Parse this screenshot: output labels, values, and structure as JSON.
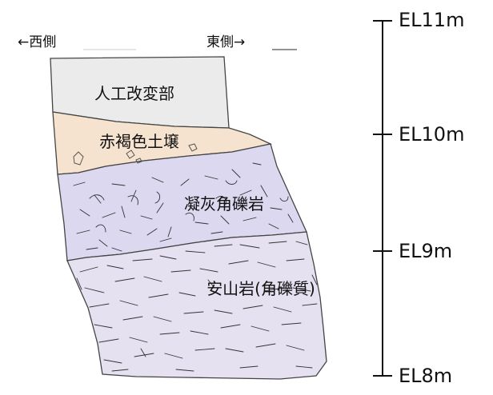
{
  "direction": {
    "west": "←西側",
    "east": "東側→"
  },
  "layers": [
    {
      "label": "人工改変部",
      "color": "#ebebeb"
    },
    {
      "label": "赤褐色土壌",
      "color": "#f6e3cf"
    },
    {
      "label": "凝灰角礫岩",
      "color": "#dcd8ef"
    },
    {
      "label": "安山岩(角礫質)",
      "color": "#e6e1f1"
    }
  ],
  "scale": {
    "ticks": [
      "EL11m",
      "EL10m",
      "EL9m",
      "EL8m"
    ]
  }
}
